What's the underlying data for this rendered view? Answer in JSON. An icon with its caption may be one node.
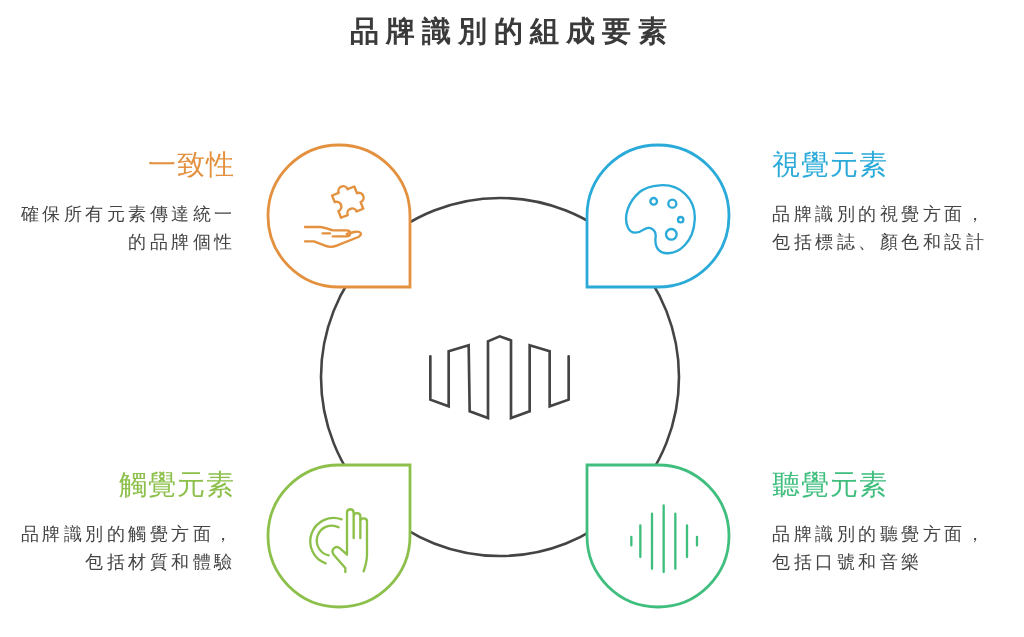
{
  "diagram": {
    "title": "品牌識別的組成要素",
    "nodes": [
      {
        "text": [
          "一致性",
          "確保所有元素傳達統一的品牌個性"
        ]
      },
      {
        "text": [
          "視覺元素",
          "品牌識別的視覺方面，包括標誌、顏色和設計"
        ]
      },
      {
        "text": [],
        "shape": "circle"
      },
      {
        "text": [
          "觸覺元素",
          "品牌識別的觸覺方面，包括材質和體驗"
        ]
      },
      {
        "text": [
          "聽覺元素",
          "品牌識別的聽覺方面，包括口號和音樂"
        ]
      }
    ]
  }
}
